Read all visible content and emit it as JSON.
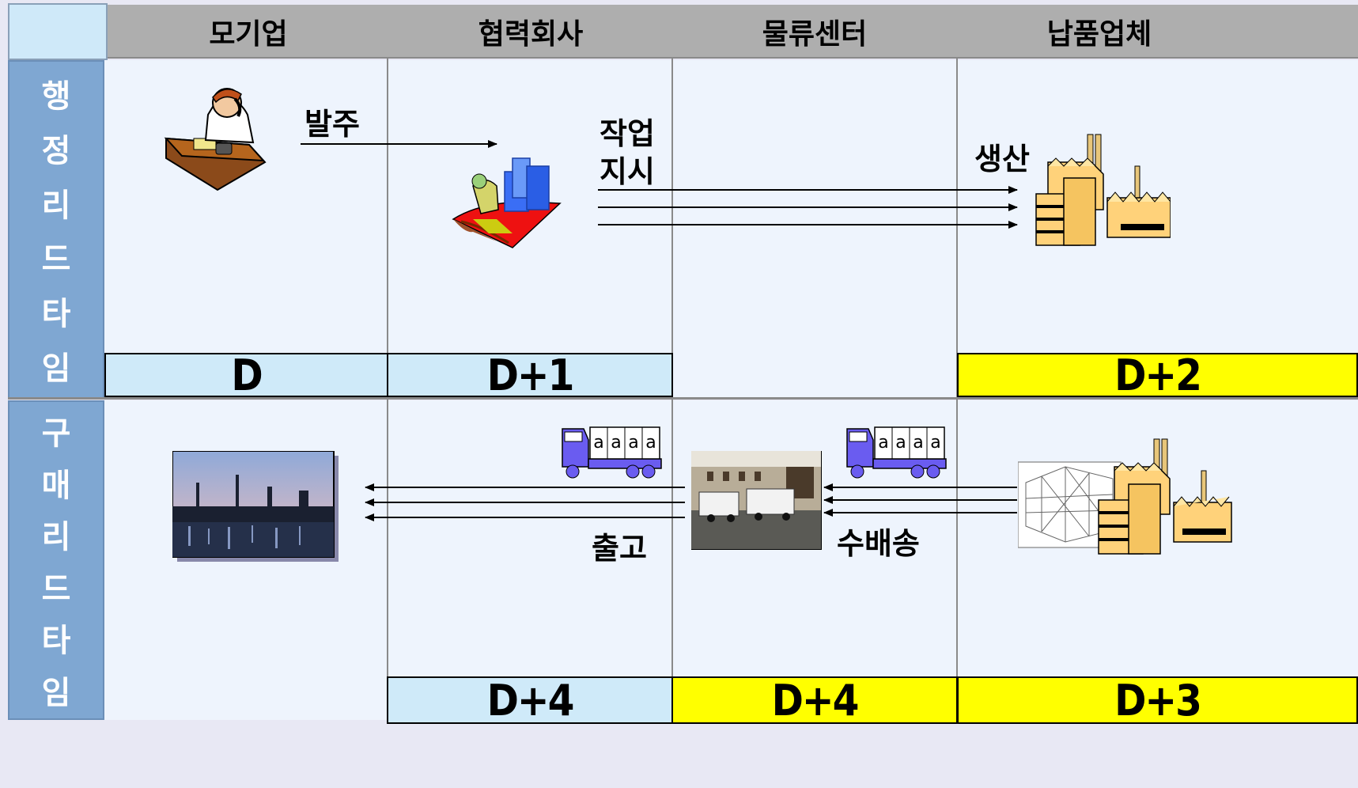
{
  "columns": [
    "모기업",
    "협력회사",
    "물류센터",
    "납품업체"
  ],
  "rows": [
    {
      "label_chars": [
        "행",
        "정",
        "리",
        "드",
        "타",
        "임"
      ]
    },
    {
      "label_chars": [
        "구",
        "매",
        "리",
        "드",
        "타",
        "임"
      ]
    }
  ],
  "top_row": {
    "order_label": "발주",
    "work_label_line1": "작업",
    "work_label_line2": "지시",
    "production_label": "생산",
    "days": [
      "D",
      "D+1",
      "D+2"
    ]
  },
  "bottom_row": {
    "shipping_label": "출고",
    "delivery_label": "수배송",
    "days": [
      "D+4",
      "D+4",
      "D+3"
    ],
    "truck_boxes": [
      "a",
      "a",
      "a",
      "a"
    ]
  },
  "colors": {
    "header_bg": "#aeaeae",
    "row_label_bg": "#7fa7d2",
    "grid_bg": "#eef4fd",
    "day_blue": "#cfeaf9",
    "day_yellow": "#ffff00",
    "truck": "#6a5cf0"
  },
  "icons": [
    "person-on-phone-icon",
    "worker-with-building-icon",
    "factory-icon",
    "refinery-photo-icon",
    "truck-icon",
    "warehouse-photo-icon",
    "warehouse-frame-icon"
  ]
}
